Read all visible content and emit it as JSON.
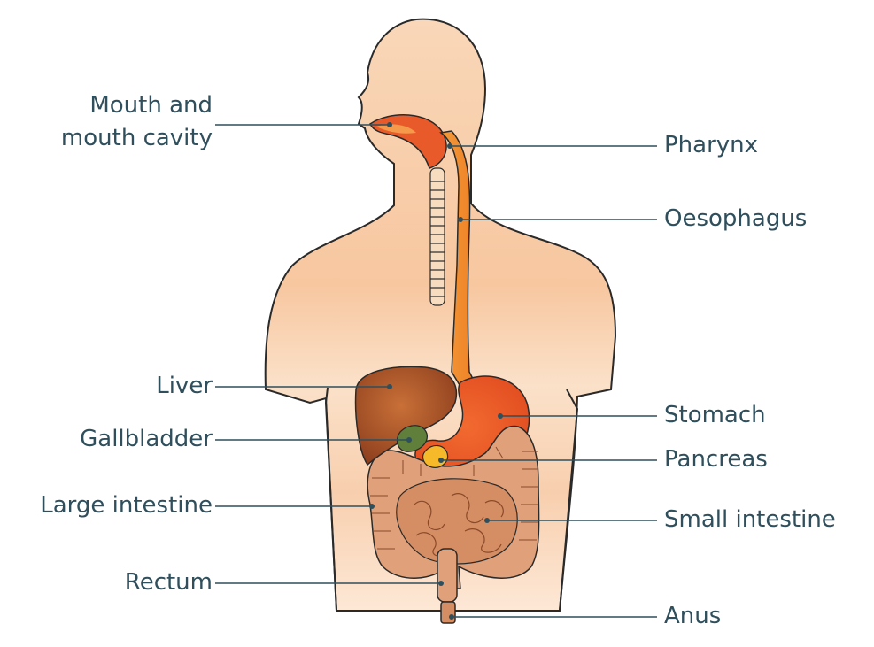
{
  "labels": {
    "mouth_line1": "Mouth and",
    "mouth_line2": "mouth cavity",
    "pharynx": "Pharynx",
    "oesophagus": "Oesophagus",
    "liver": "Liver",
    "gallbladder": "Gallbladder",
    "large_intestine": "Large intestine",
    "rectum": "Rectum",
    "stomach": "Stomach",
    "pancreas": "Pancreas",
    "small_intestine": "Small intestine",
    "anus": "Anus"
  },
  "colors": {
    "label_text": "#2f4f5c",
    "leader_line": "#2f4f5c",
    "skin": "#f7c9a0",
    "oesophagus": "#f08a2a",
    "stomach": "#e95a2a",
    "liver": "#b55a2a",
    "gallbladder": "#5a7a3a",
    "pancreas": "#f5b92a",
    "intestine": "#d89a72"
  }
}
